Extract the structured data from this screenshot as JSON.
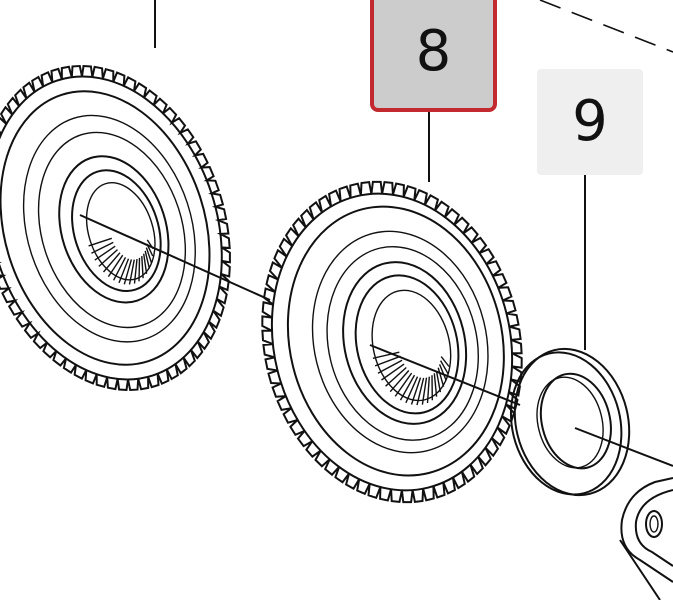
{
  "callouts": [
    {
      "id": "8",
      "label": "8",
      "highlighted": true,
      "fill": "#cccccc",
      "border": "#c22a2f"
    },
    {
      "id": "9",
      "label": "9",
      "highlighted": false,
      "fill": "#efefef"
    }
  ],
  "parts": [
    {
      "name": "left-gear",
      "type": "helical-gear-partial"
    },
    {
      "name": "center-gear",
      "type": "helical-gear",
      "callout": "8"
    },
    {
      "name": "thrust-washer",
      "type": "washer",
      "callout": "9"
    },
    {
      "name": "shaft-bracket",
      "type": "bracket-partial"
    }
  ],
  "colors": {
    "line": "#111111",
    "highlight": "#c22a2f"
  }
}
